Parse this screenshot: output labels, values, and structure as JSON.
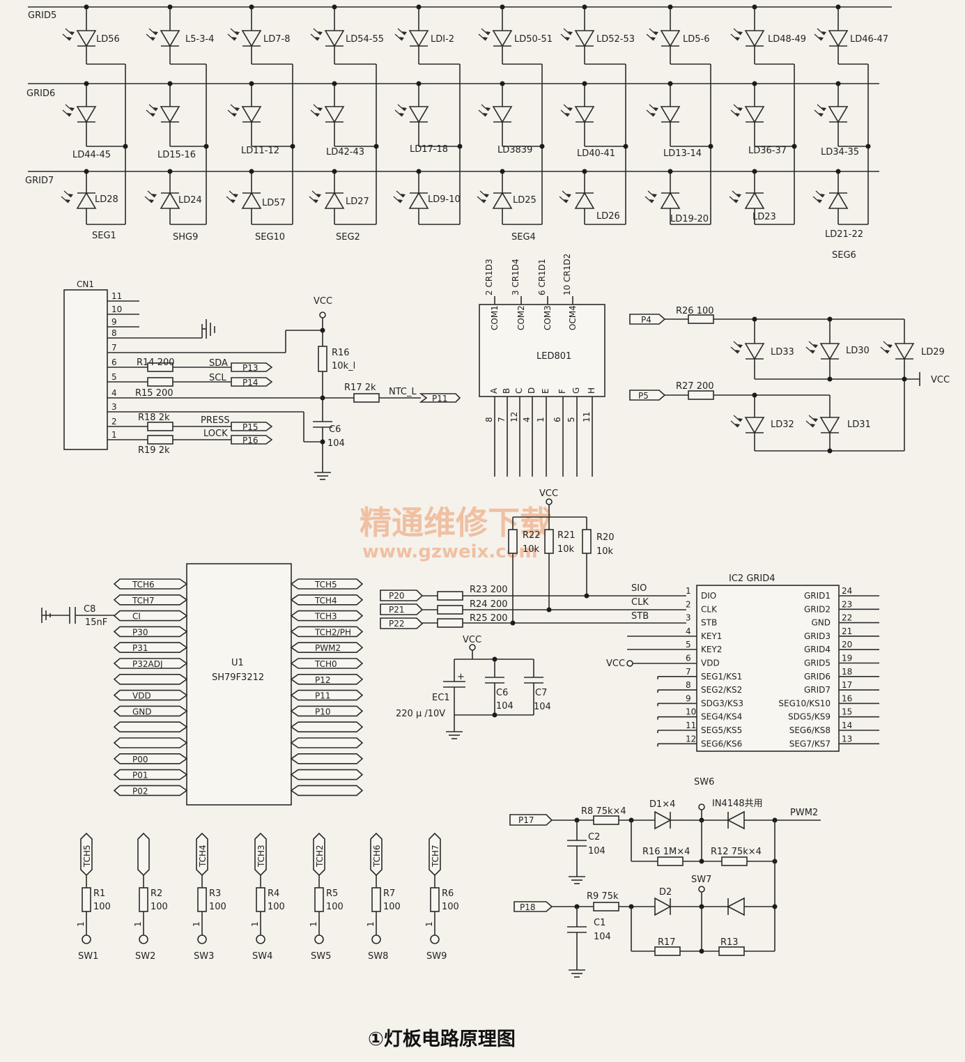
{
  "caption": "①灯板电路原理图",
  "watermark": {
    "line1": "精通维修下载",
    "line2": "www.gzweix.com"
  },
  "colors": {
    "ink": "#2a2a2a",
    "paper": "#f5f2ec",
    "watermark": "#f0b896"
  },
  "led_matrix": {
    "grids": [
      "GRID5",
      "GRID6",
      "GRID7"
    ],
    "row1": [
      "LD56",
      "L5-3-4",
      "LD7-8",
      "LD54-55",
      "LDI-2",
      "LD50-51",
      "LD52-53",
      "LD5-6",
      "LD48-49",
      "LD46-47"
    ],
    "row2": [
      "LD44-45",
      "LD15-16",
      "LD11-12",
      "LD42-43",
      "LD17-18",
      "LD3839",
      "LD40-41",
      "LD13-14",
      "LD36-37",
      "LD34-35"
    ],
    "row3": [
      "LD28",
      "LD24",
      "LD57",
      "LD27",
      "LD9-10",
      "LD25",
      "LD26",
      "LD19-20",
      "LD23",
      "LD21-22"
    ],
    "segs": [
      "SEG1",
      "SHG9",
      "SEG10",
      "SEG2",
      "SEG4",
      "SEG6"
    ]
  },
  "cn1": {
    "name": "CN1",
    "pins": [
      "11",
      "10",
      "9",
      "8",
      "7",
      "6",
      "5",
      "4",
      "3",
      "2",
      "1"
    ],
    "r14": "R14  200",
    "r15": "R15  200",
    "r18": "R18  2k",
    "r19": "R19  2k",
    "sda": "SDA",
    "scl": "SCL",
    "press": "PRESS",
    "lock": "LOCK",
    "p13": "P13",
    "p14": "P14",
    "p15": "P15",
    "p16": "P16",
    "vcc": "VCC",
    "r16": "R16",
    "r16v": "10k_l",
    "r17": "R17  2k",
    "ntc": "NTC_L",
    "p11": "P11",
    "c6": "C6",
    "c6v": "104"
  },
  "led801": {
    "name": "LED801",
    "top_nets": [
      "2  CR1D3",
      "3  CR1D4",
      "6  CR1D1",
      "10 CR1D2"
    ],
    "coms": [
      "COM1",
      "COM2",
      "COM3",
      "OCM4"
    ],
    "segs": [
      "A",
      "B",
      "C",
      "D",
      "E",
      "F",
      "G",
      "H"
    ],
    "pins": [
      "8",
      "7",
      "12",
      "4",
      "1",
      "6",
      "5",
      "11"
    ]
  },
  "indicator": {
    "p4": "P4",
    "r26": "R26  100",
    "p5": "P5",
    "r27": "R27  200",
    "leds_top": [
      "LD33",
      "LD30",
      "LD29"
    ],
    "leds_bot": [
      "LD32",
      "LD31"
    ],
    "vcc": "VCC"
  },
  "mcu": {
    "name": "U1",
    "part": "SH79F3212",
    "left": [
      "TCH6",
      "TCH7",
      "CI",
      "P30",
      "P31",
      "P32ADJ",
      "",
      "VDD",
      "GND",
      "",
      "",
      "P00",
      "P01",
      "P02"
    ],
    "right": [
      "TCH5",
      "TCH4",
      "TCH3",
      "TCH2/PH",
      "PWM2",
      "TCH0",
      "P12",
      "P11",
      "P10",
      "",
      "",
      "",
      "",
      ""
    ],
    "c8": "C8",
    "c8v": "15nF"
  },
  "pullups": {
    "vcc": "VCC",
    "r22": "R22",
    "r21": "R21",
    "r20": "R20",
    "val": "10k"
  },
  "serial": {
    "p20": "P20",
    "p21": "P21",
    "p22": "P22",
    "r23": "R23  200",
    "r24": "R24  200",
    "r25": "R25  200",
    "sio": "SIO",
    "clk": "CLK",
    "stb": "STB"
  },
  "supply": {
    "vcc": "VCC",
    "ec1": "EC1",
    "ec1v": "220 μ /10V",
    "c6": "C6",
    "c6v": "104",
    "c7": "C7",
    "c7v": "104"
  },
  "ic2": {
    "title": "IC2  GRID4",
    "vcc": "VCC",
    "left_pins": [
      "1",
      "2",
      "3",
      "4",
      "5",
      "6",
      "7",
      "8",
      "9",
      "10",
      "11",
      "12"
    ],
    "left_names": [
      "DIO",
      "CLK",
      "STB",
      "KEY1",
      "KEY2",
      "VDD",
      "SEG1/KS1",
      "SEG2/KS2",
      "SDG3/KS3",
      "SEG4/KS4",
      "SEG5/KS5",
      "SEG6/KS6"
    ],
    "right_pins": [
      "24",
      "23",
      "22",
      "21",
      "20",
      "19",
      "18",
      "17",
      "16",
      "15",
      "14",
      "13"
    ],
    "right_names": [
      "GRID1",
      "GRID2",
      "GND",
      "GRID3",
      "GRID4",
      "GRID5",
      "GRID6",
      "GRID7",
      "SEG10/KS10",
      "SDG5/KS9",
      "SEG6/KS8",
      "SEG7/KS7"
    ]
  },
  "touch": {
    "nets": [
      "TCH5",
      "",
      "TCH4",
      "TCH3",
      "TCH2",
      "TCH6",
      "TCH7"
    ],
    "resistors": [
      "R1",
      "R2",
      "R3",
      "R4",
      "R5",
      "R7",
      "R6"
    ],
    "value": "100",
    "pin": "1",
    "switches": [
      "SW1",
      "SW2",
      "SW3",
      "SW4",
      "SW5",
      "SW8",
      "SW9"
    ]
  },
  "pwm": {
    "p17": "P17",
    "r8": "R8  75k×4",
    "c2": "C2",
    "c2v": "104",
    "d1": "D1×4",
    "sw6": "SW6",
    "in4148": "IN4148共用",
    "pwm2": "PWM2",
    "r16": "R16  1M×4",
    "r12": "R12  75k×4",
    "p18": "P18",
    "r9": "R9  75k",
    "c1": "C1",
    "c1v": "104",
    "d2": "D2",
    "sw7": "SW7",
    "r17": "R17",
    "r13": "R13"
  }
}
